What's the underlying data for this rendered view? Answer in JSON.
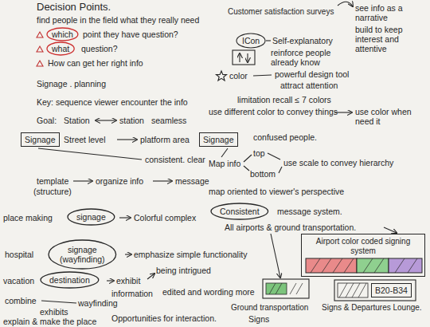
{
  "diagram": {
    "title": "Decision Points.",
    "nodes": [
      {
        "text": [
          "which"
        ]
      },
      {
        "text": [
          "what"
        ]
      },
      {
        "text": [
          "Signage"
        ]
      },
      {
        "text": [
          "Signage"
        ]
      },
      {
        "text": [
          "signage"
        ]
      },
      {
        "text": [
          "signage",
          "(wayfinding)"
        ]
      },
      {
        "text": [
          "destination"
        ]
      },
      {
        "text": [
          "Consistent"
        ]
      },
      {
        "text": [
          "Airport color coded signing system"
        ]
      },
      {
        "text": [
          "B20-B34"
        ]
      }
    ],
    "labels": [
      "find people in the field what they really need",
      "point they have question?",
      "question?",
      "How can get her right info",
      "Signage . planning",
      "Key: sequence viewer encounter the info",
      "Goal:",
      "Station",
      "station",
      "seamless",
      "Street level",
      "platform area",
      "consistent. clear",
      "template",
      "(structure)",
      "organize info",
      "message",
      "place making",
      "Colorful complex",
      "hospital",
      "emphasize simple functionality",
      "vacation",
      "exhibit",
      "being intrigued",
      "information",
      "edited and wording more",
      "wayfinding",
      "combine",
      "exhibits",
      "explain & make the place",
      "Opportunities for interaction.",
      "Customer satisfaction surveys",
      "see info as a narrative",
      "build to keep interest and attentive",
      "ICon",
      "Self-explanatory",
      "reinforce people already know",
      "color",
      "powerful design tool",
      "attract attention",
      "limitation recall ≤ 7 colors",
      "use different color to convey things",
      "use color when need it",
      "confused people.",
      "Map info",
      "top",
      "bottom",
      "use scale to convey hierarchy",
      "map oriented to viewer's perspective",
      "message system.",
      "All airports & ground transportation.",
      "Ground transportation",
      "Signs",
      "Signs & Departures Lounge."
    ]
  }
}
